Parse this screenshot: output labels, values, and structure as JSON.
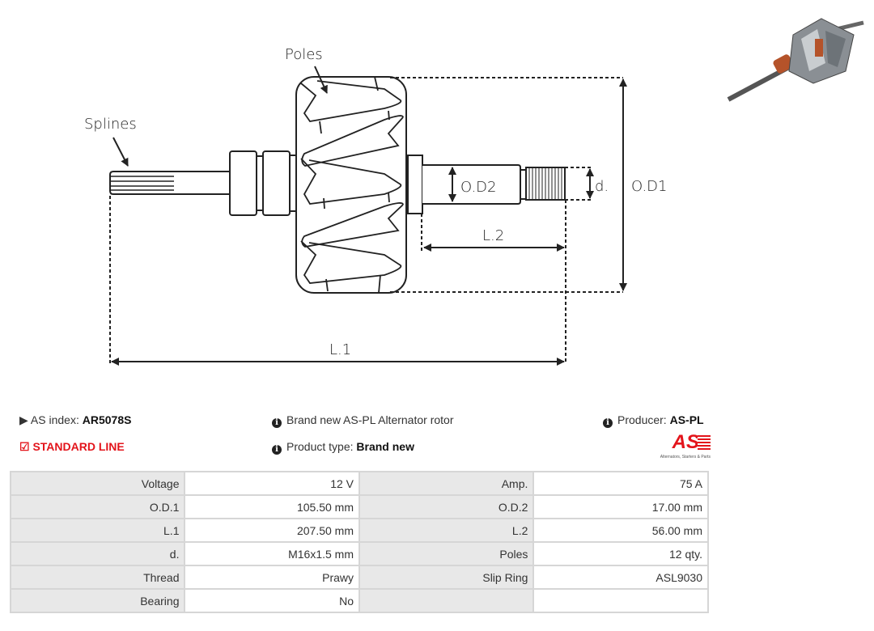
{
  "drawing": {
    "labels": {
      "poles": "Poles",
      "splines": "Splines",
      "od2": "O.D2",
      "d": "d.",
      "od1": "O.D1",
      "l2": "L.2",
      "l1": "L.1"
    }
  },
  "info": {
    "as_index_label": "AS index:",
    "as_index_value": "AR5078S",
    "standard_line": "STANDARD LINE",
    "description": "Brand new AS-PL Alternator rotor",
    "product_type_label": "Product type:",
    "product_type_value": "Brand new",
    "producer_label": "Producer:",
    "producer_value": "AS-PL",
    "logo_text": "AS",
    "logo_tagline": "Alternators, Starters & Parts"
  },
  "colors": {
    "accent": "#e3141b",
    "header_cell": "#e8e8e8",
    "border": "#d6d6d6"
  },
  "specs": [
    {
      "k1": "Voltage",
      "v1": "12 V",
      "k2": "Amp.",
      "v2": "75 A"
    },
    {
      "k1": "O.D.1",
      "v1": "105.50 mm",
      "k2": "O.D.2",
      "v2": "17.00 mm"
    },
    {
      "k1": "L.1",
      "v1": "207.50 mm",
      "k2": "L.2",
      "v2": "56.00 mm"
    },
    {
      "k1": "d.",
      "v1": "M16x1.5 mm",
      "k2": "Poles",
      "v2": "12 qty."
    },
    {
      "k1": "Thread",
      "v1": "Prawy",
      "k2": "Slip Ring",
      "v2": "ASL9030"
    },
    {
      "k1": "Bearing",
      "v1": "No",
      "k2": "",
      "v2": ""
    }
  ]
}
